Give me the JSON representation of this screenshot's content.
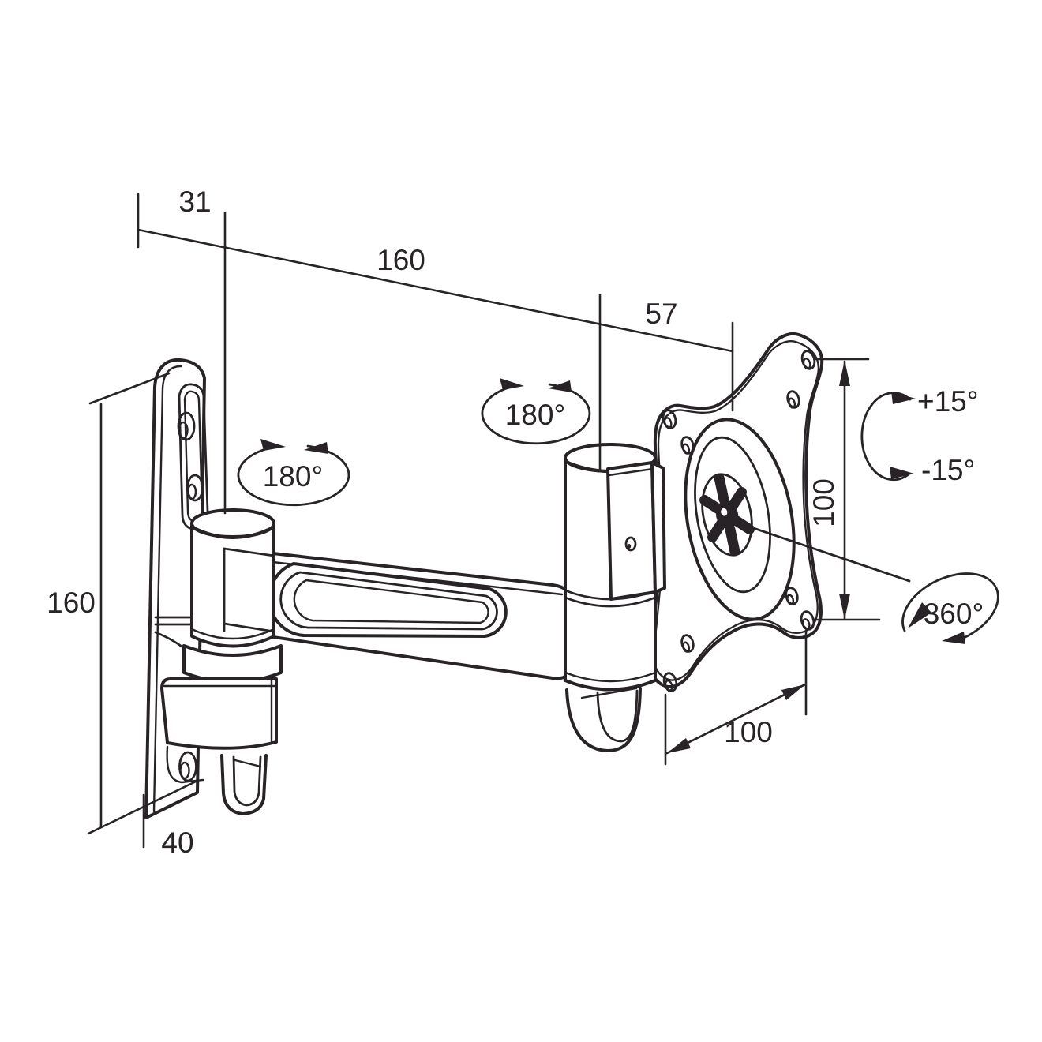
{
  "drawing": {
    "type": "technical line drawing of an articulating TV / monitor wall mount",
    "background": "#ffffff",
    "line_color": "#272326",
    "dimensions": {
      "wall_offset": "31",
      "arm_reach": "160",
      "head_offset": "57",
      "plate_height": "160",
      "plate_width": "40",
      "vesa_vertical": "100",
      "vesa_horizontal": "100"
    },
    "rotations": {
      "wall_swivel": "180°",
      "head_swivel": "180°",
      "tilt_up": "+15°",
      "tilt_down": "-15°",
      "screen_rotation": "360°"
    }
  }
}
